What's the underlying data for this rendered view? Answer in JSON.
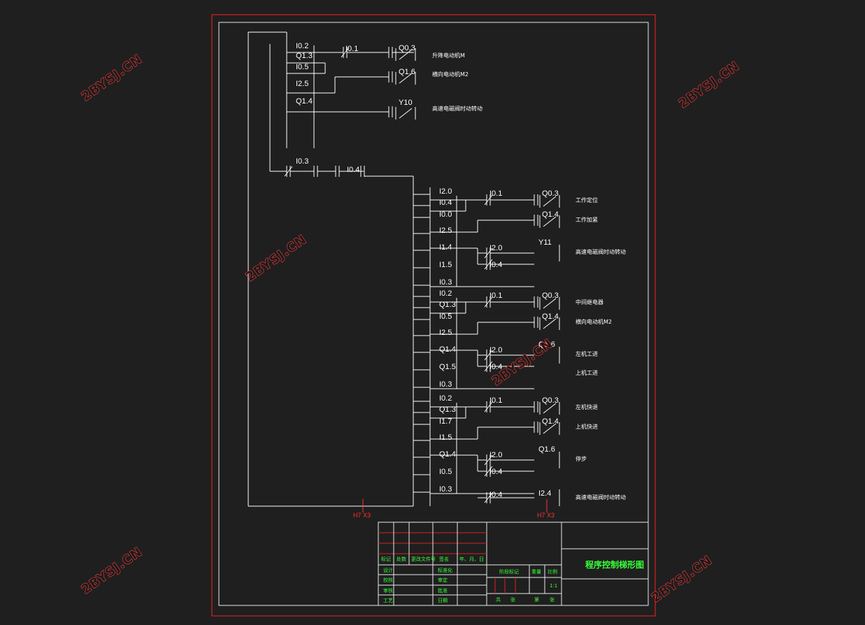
{
  "sheet": {
    "title": "程序控制梯形图",
    "break_marks": [
      "H7 X3",
      "H7 X3"
    ]
  },
  "rungs_left": [
    {
      "contacts": [
        "I0.2",
        "Q1.3",
        "I0.5",
        "I2.5"
      ],
      "series": [
        "I0.1",
        "Q0.3"
      ],
      "coil": "Q0.3",
      "coil_label": "升降电动机M"
    },
    {
      "series": [
        "Q1.6"
      ],
      "coil": "Q1.6",
      "coil_label": "横向电动机M2"
    },
    {
      "contacts": [
        "Q1.4"
      ],
      "coil": "Y10",
      "coil_label": "高速电磁阀时动转动"
    },
    {
      "contacts": [
        "I0.3"
      ],
      "series": [
        "I0.4"
      ]
    }
  ],
  "groups": [
    {
      "inputs": [
        "I2.0",
        "I0.4",
        "I0.0",
        "I2.5",
        "I1.4",
        "I1.5",
        "I0.3"
      ],
      "row1": {
        "contact": "I0.1",
        "coil": "Q0.3",
        "coil_label": "工作定位"
      },
      "row2": {
        "coil": "Q1.4",
        "coil_label": "工作加紧"
      },
      "row3": {
        "contacts": [
          "I2.0",
          "I0.4"
        ],
        "coil": "Y11",
        "coil_label": "高速电磁阀时动转动"
      }
    },
    {
      "inputs": [
        "I0.2",
        "Q1.3",
        "I0.5",
        "I2.5",
        "Q1.4",
        "Q1.5",
        "I0.3"
      ],
      "row1": {
        "contact": "I0.1",
        "coil": "Q0.3",
        "coil_label": "中间继电器"
      },
      "row2": {
        "coil": "Q1.4",
        "coil_label": "横向电动机M2"
      },
      "row3": {
        "contacts": [
          "I2.0",
          "I0.4"
        ],
        "coil": "Q1.6",
        "coil_label": "左机工进",
        "coil_label2": "上机工进"
      }
    },
    {
      "inputs": [
        "I0.2",
        "Q1.3",
        "I1.7",
        "I1.5",
        "Q1.4",
        "I0.5",
        "I0.3"
      ],
      "row1": {
        "contact": "I0.1",
        "coil": "Q0.3",
        "coil_label": "左机快退"
      },
      "row2": {
        "coil": "Q1.4",
        "coil_label": "上机快进"
      },
      "row3": {
        "contacts": [
          "I2.0",
          "I0.4",
          "I0.4"
        ],
        "coil": "Q1.6",
        "coil_label": "停步",
        "coil2": "I2.4",
        "coil_label2": "高速电磁阀时动转动"
      }
    }
  ],
  "title_block": {
    "headers": [
      "标记",
      "处数",
      "更改文件号",
      "签名",
      "年、月、日"
    ],
    "rows_left": [
      "设计",
      "校核",
      "审核",
      "工艺"
    ],
    "rows_mid": [
      "标准化",
      "审定",
      "批准",
      "日期"
    ],
    "stage_headers": [
      "阶段标记",
      "重量",
      "比例"
    ],
    "scale": "1:1",
    "footer": [
      "共",
      "张",
      "第",
      "张"
    ]
  },
  "watermarks": [
    "2BYSJ.CN",
    "2BYSJ.CN",
    "2BYSJ.CN",
    "2BYSJ.CN",
    "2BYSJ.CN",
    "2BYSJ.CN"
  ]
}
